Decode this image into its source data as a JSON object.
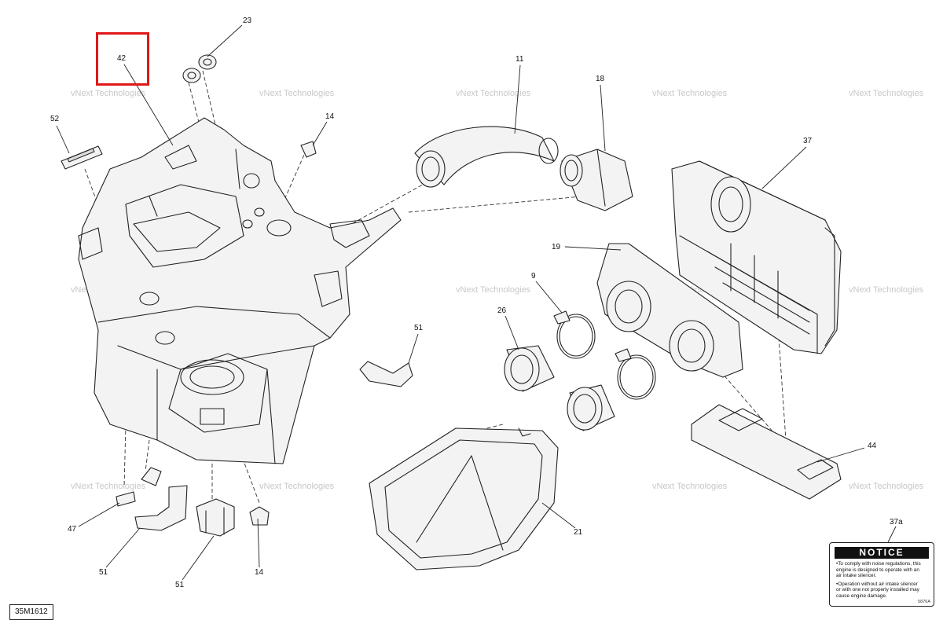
{
  "figure_id": "35M1612",
  "watermark": "vNext Technologies",
  "highlighted_callout": "42",
  "callouts": {
    "c23": "23",
    "c42": "42",
    "c52": "52",
    "c14a": "14",
    "c11": "11",
    "c18": "18",
    "c37": "37",
    "c19": "19",
    "c9": "9",
    "c26": "26",
    "c51a": "51",
    "c44": "44",
    "c47": "47",
    "c51b": "51",
    "c51c": "51",
    "c14b": "14",
    "c21": "21",
    "c37a": "37a"
  },
  "notice": {
    "heading": "NOTICE",
    "lines": [
      "•To comply with noise regulations, this",
      "engine is designed to operate with an",
      "air intake silencer.",
      "•Operation without air intake silencer",
      "or with one not properly installed may",
      "cause engine damage."
    ],
    "code": "5876A"
  },
  "colors": {
    "highlight": "#e01818",
    "line": "#222222",
    "watermark": "#c8c8c8"
  }
}
